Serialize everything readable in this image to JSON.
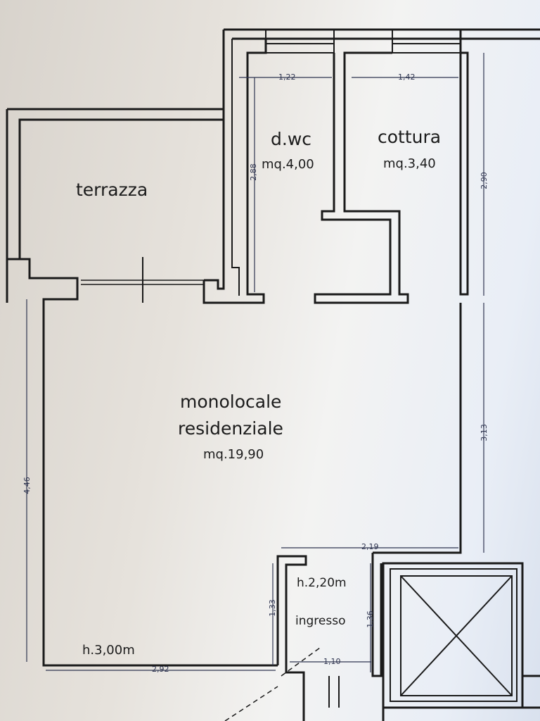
{
  "rooms": {
    "terrazza": {
      "name": "terrazza"
    },
    "dwc": {
      "name": "d.wc",
      "area": "mq.4,00"
    },
    "cottura": {
      "name": "cottura",
      "area": "mq.3,40"
    },
    "monolocale": {
      "name_line1": "monolocale",
      "name_line2": "residenziale",
      "area": "mq.19,90"
    },
    "ingresso": {
      "name": "ingresso",
      "height": "h.2,20m"
    }
  },
  "height_note": "h.3,00m",
  "dimensions": {
    "dwc_width": "1,22",
    "cottura_width": "1,42",
    "dwc_depth": "2,88",
    "right_upper": "2,90",
    "right_lower": "3,13",
    "left_wall": "4,46",
    "ingresso_top": "2,19",
    "ingresso_left": "1,33",
    "ingresso_right": "1,36",
    "ingresso_bottom": "1,10",
    "bottom_wall": "2,92"
  },
  "colors": {
    "wall": "#1a1a1a",
    "dimension_line": "#2f3550",
    "background": "#e9e6e1"
  }
}
